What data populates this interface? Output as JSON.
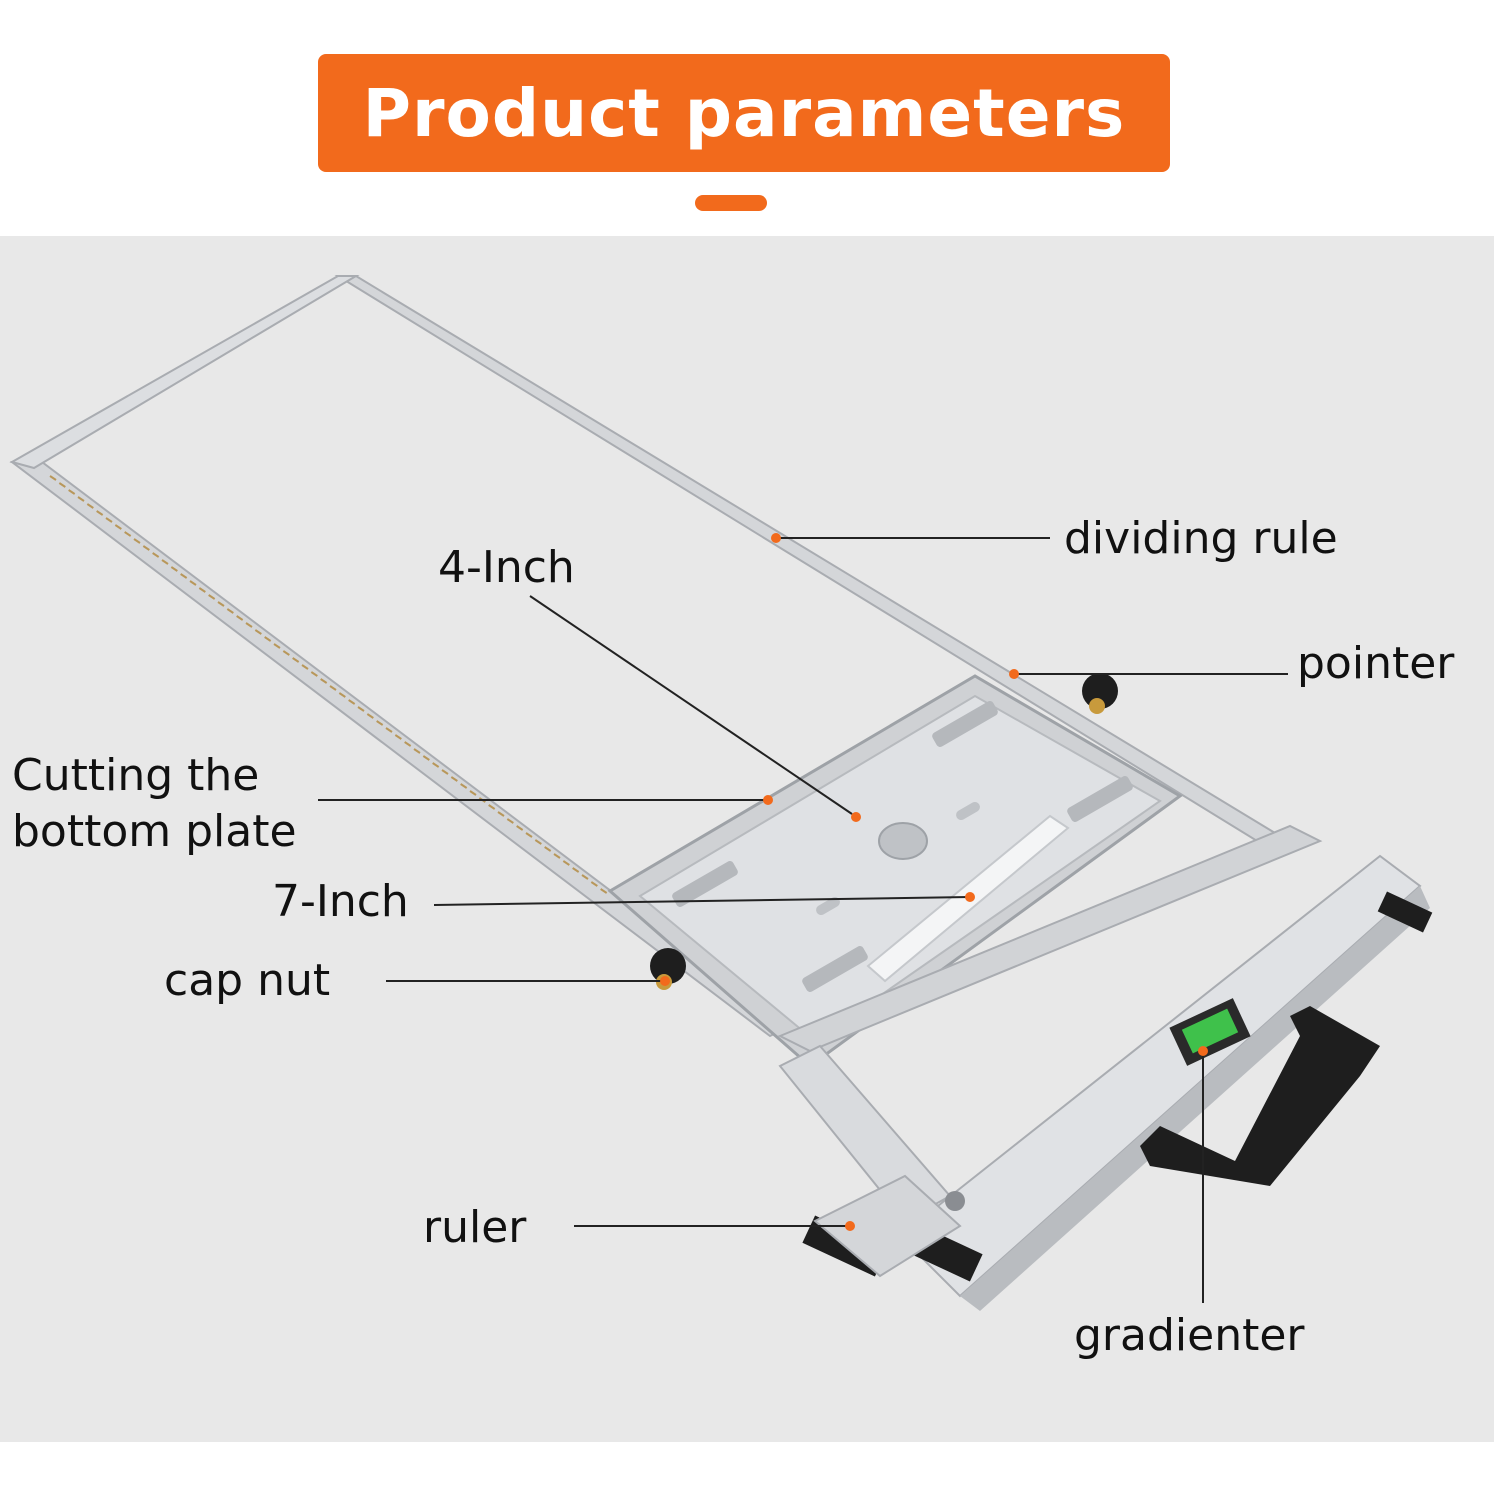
{
  "header": {
    "title": "Product parameters",
    "accent_color": "#f26a1c"
  },
  "colors": {
    "background": "#e8e8e8",
    "steel": "#d4d6d9",
    "steel_dark": "#a9acb1",
    "handle": "#1e1e1e",
    "leader_line": "#222222",
    "marker_dot": "#f26a1c",
    "level_vial": "#3fc14b"
  },
  "labels": {
    "dividing_rule": "dividing rule",
    "four_inch": "4-Inch",
    "pointer": "pointer",
    "cutting_plate": "Cutting the bottom plate",
    "seven_inch": "7-Inch",
    "cap_nut": "cap nut",
    "ruler": "ruler",
    "gradienter": "gradienter"
  }
}
